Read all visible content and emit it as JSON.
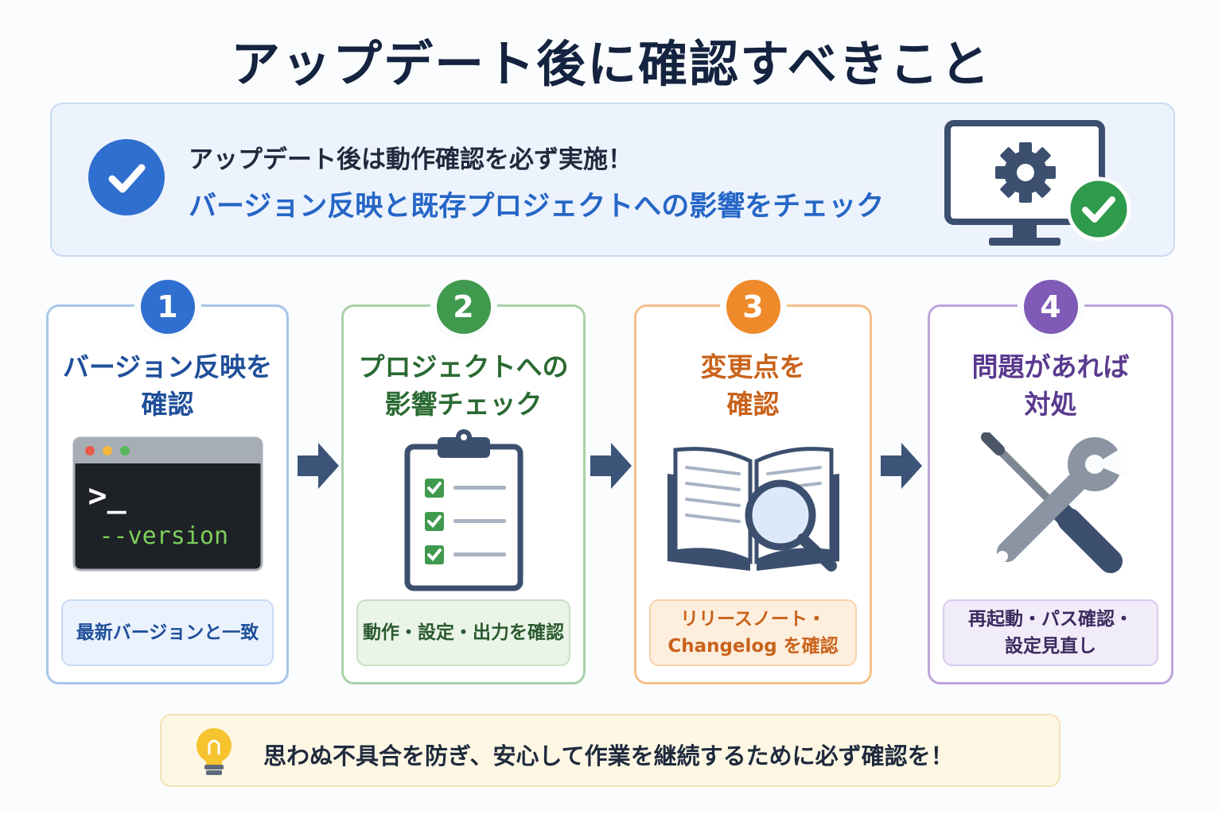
{
  "title": "アップデート後に確認すべきこと",
  "banner": {
    "line1": "アップデート後は動作確認を必ず実施！",
    "line2": "バージョン反映と既存プロジェクトへの影響をチェック"
  },
  "steps": [
    {
      "number": "1",
      "title_line1": "バージョン反映を",
      "title_line2": "確認",
      "terminal_prompt": ">_",
      "terminal_command": "--version",
      "note_line1": "最新バージョンと一致",
      "note_line2": "",
      "color": "#2f6fcf"
    },
    {
      "number": "2",
      "title_line1": "プロジェクトへの",
      "title_line2": "影響チェック",
      "note_line1": "動作・設定・出力を確認",
      "note_line2": "",
      "color": "#3f9a4e"
    },
    {
      "number": "3",
      "title_line1": "変更点を",
      "title_line2": "確認",
      "note_line1": "リリースノート・",
      "note_line2": "Changelog を確認",
      "color": "#ee8a2a"
    },
    {
      "number": "4",
      "title_line1": "問題があれば",
      "title_line2": "対処",
      "note_line1": "再起動・パス確認・",
      "note_line2": "設定見直し",
      "color": "#7f5bb7"
    }
  ],
  "footer": {
    "text": "思わぬ不具合を防ぎ、安心して作業を継続するために必ず確認を！"
  },
  "icons": [
    "check-circle-icon",
    "monitor-gear-icon",
    "terminal-icon",
    "clipboard-checklist-icon",
    "book-magnifier-icon",
    "wrench-screwdriver-icon",
    "arrow-right-icon",
    "lightbulb-icon"
  ]
}
